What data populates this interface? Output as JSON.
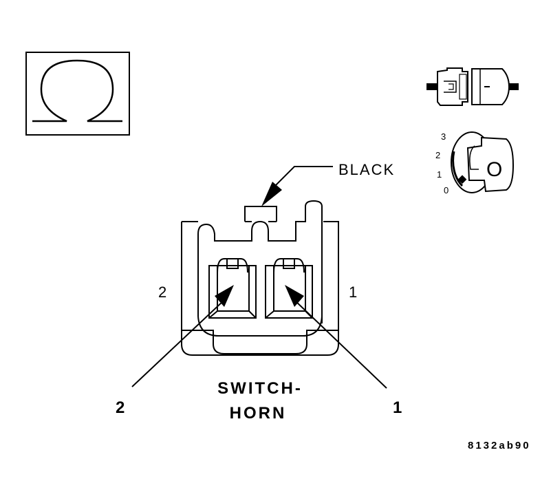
{
  "symbol": {
    "name": "ohm-meter-symbol",
    "glyph": "Ω"
  },
  "connector_color_label": "BLACK",
  "cavity_left_number": "2",
  "cavity_right_number": "1",
  "pin_callout_left": "2",
  "pin_callout_right": "1",
  "component_name_line1": "SWITCH-",
  "component_name_line2": "HORN",
  "figure_id": "8132ab90",
  "ignition_key": {
    "positions": [
      "3",
      "2",
      "1",
      "0"
    ],
    "key_face_text": "O"
  },
  "icons": [
    "ohm-symbol-icon",
    "connector-disconnected-icon",
    "ignition-key-off-icon"
  ]
}
